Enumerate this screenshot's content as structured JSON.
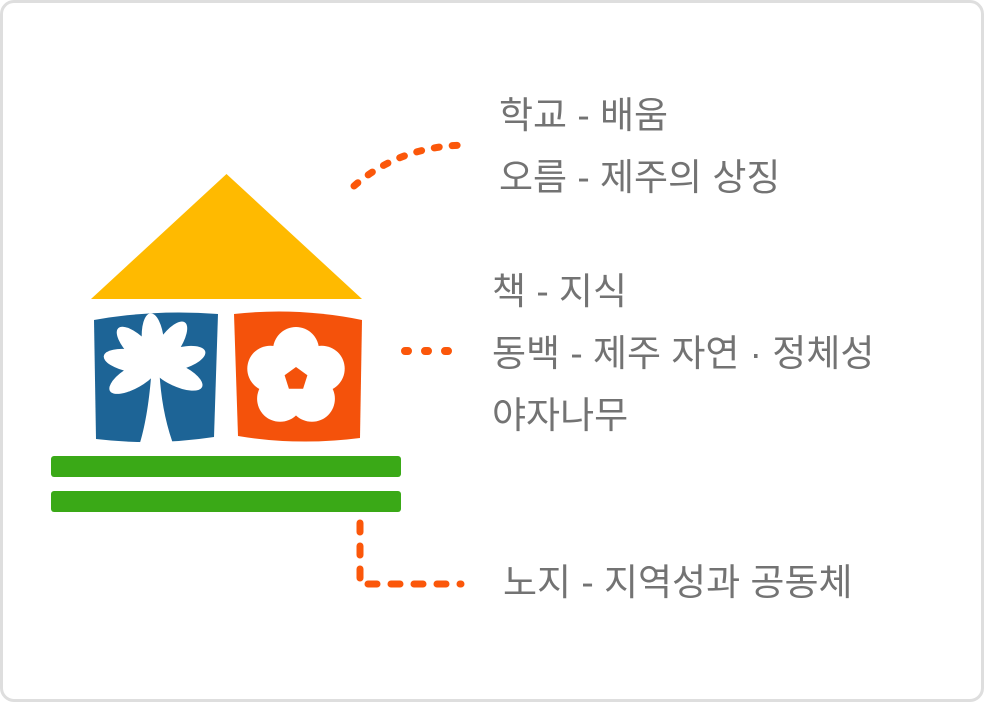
{
  "canvas": {
    "background": "#ffffff",
    "border_color": "#dedede"
  },
  "logo": {
    "name": "house-school-logo",
    "roof_color": "#FFBA00",
    "left_panel_color": "#1D6496",
    "right_panel_color": "#F4520B",
    "ground_color": "#3AA917",
    "white": "#ffffff"
  },
  "connectors": {
    "color": "#FB570A"
  },
  "annotations": [
    {
      "id": "roof",
      "lines": [
        "학교 - 배움",
        "오름 - 제주의 상징"
      ]
    },
    {
      "id": "panels",
      "lines": [
        "책 - 지식",
        "동백 - 제주 자연 · 정체성",
        "야자나무"
      ]
    },
    {
      "id": "ground",
      "lines": [
        "노지 - 지역성과 공동체"
      ]
    }
  ],
  "text_color": "#737373"
}
